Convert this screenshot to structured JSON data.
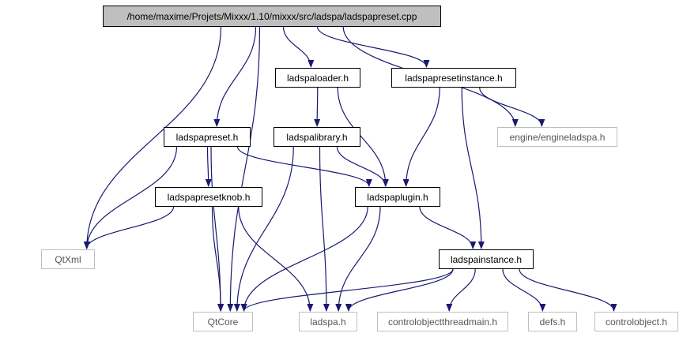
{
  "graph": {
    "edge_color": "#191970",
    "root": {
      "label": "/home/maxime/Projets/Mixxx/1.10/mixxx/src/ladspa/ladspapreset.cpp",
      "fill": "#bfbfbf"
    },
    "nodes": {
      "ladspaloader_h": "ladspaloader.h",
      "ladspapresetinstance_h": "ladspapresetinstance.h",
      "ladspapreset_h": "ladspapreset.h",
      "ladspalibrary_h": "ladspalibrary.h",
      "engineladspa_h": "engine/engineladspa.h",
      "ladspapresetknob_h": "ladspapresetknob.h",
      "ladspaplugin_h": "ladspaplugin.h",
      "qtxml": "QtXml",
      "ladspainstance_h": "ladspainstance.h",
      "qtcore": "QtCore",
      "ladspa_h": "ladspa.h",
      "controlobjectthreadmain_h": "controlobjectthreadmain.h",
      "defs_h": "defs.h",
      "controlobject_h": "controlobject.h"
    },
    "edges": [
      [
        "root",
        "ladspaloader_h"
      ],
      [
        "root",
        "ladspapresetinstance_h"
      ],
      [
        "root",
        "ladspapreset_h"
      ],
      [
        "root",
        "qtxml"
      ],
      [
        "root",
        "qtcore"
      ],
      [
        "root",
        "engineladspa_h"
      ],
      [
        "ladspaloader_h",
        "ladspalibrary_h"
      ],
      [
        "ladspaloader_h",
        "ladspaplugin_h"
      ],
      [
        "ladspapresetinstance_h",
        "ladspaplugin_h"
      ],
      [
        "ladspapresetinstance_h",
        "engineladspa_h"
      ],
      [
        "ladspapresetinstance_h",
        "ladspainstance_h"
      ],
      [
        "ladspapreset_h",
        "ladspapresetknob_h"
      ],
      [
        "ladspapreset_h",
        "qtxml"
      ],
      [
        "ladspapreset_h",
        "qtcore"
      ],
      [
        "ladspapreset_h",
        "ladspaplugin_h"
      ],
      [
        "ladspalibrary_h",
        "ladspaplugin_h"
      ],
      [
        "ladspalibrary_h",
        "qtcore"
      ],
      [
        "ladspalibrary_h",
        "ladspa_h"
      ],
      [
        "ladspapresetknob_h",
        "qtxml"
      ],
      [
        "ladspapresetknob_h",
        "qtcore"
      ],
      [
        "ladspapresetknob_h",
        "ladspa_h"
      ],
      [
        "ladspaplugin_h",
        "qtcore"
      ],
      [
        "ladspaplugin_h",
        "ladspa_h"
      ],
      [
        "ladspaplugin_h",
        "ladspainstance_h"
      ],
      [
        "ladspainstance_h",
        "qtcore"
      ],
      [
        "ladspainstance_h",
        "ladspa_h"
      ],
      [
        "ladspainstance_h",
        "controlobjectthreadmain_h"
      ],
      [
        "ladspainstance_h",
        "defs_h"
      ],
      [
        "ladspainstance_h",
        "controlobject_h"
      ]
    ]
  }
}
